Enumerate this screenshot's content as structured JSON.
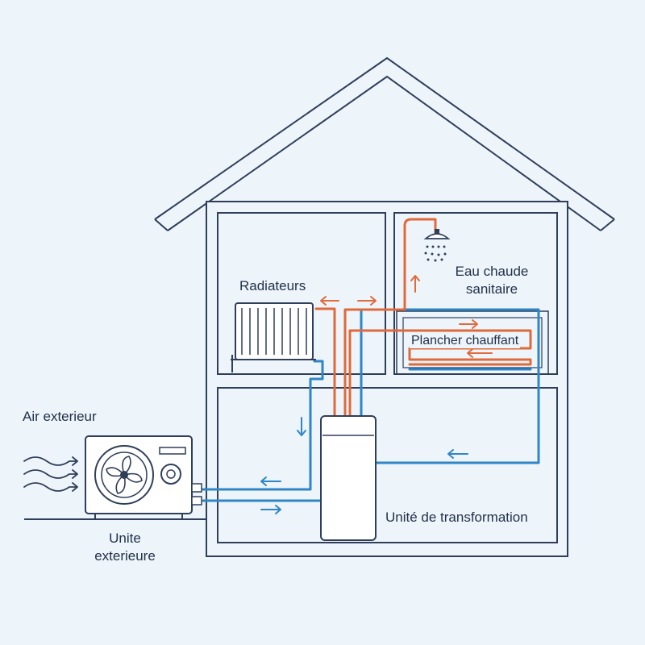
{
  "labels": {
    "radiateurs": "Radiateurs",
    "eau_chaude_line1": "Eau chaude",
    "eau_chaude_line2": "sanitaire",
    "plancher": "Plancher chauffant",
    "air_exterieur": "Air exterieur",
    "unite_ext_line1": "Unite",
    "unite_ext_line2": "exterieure",
    "unite_transformation": "Unité de transformation"
  },
  "colors": {
    "background": "#edf4fa",
    "outline": "#2f3f5a",
    "hot": "#e06a3b",
    "cold": "#2f86c6",
    "white": "#ffffff"
  }
}
